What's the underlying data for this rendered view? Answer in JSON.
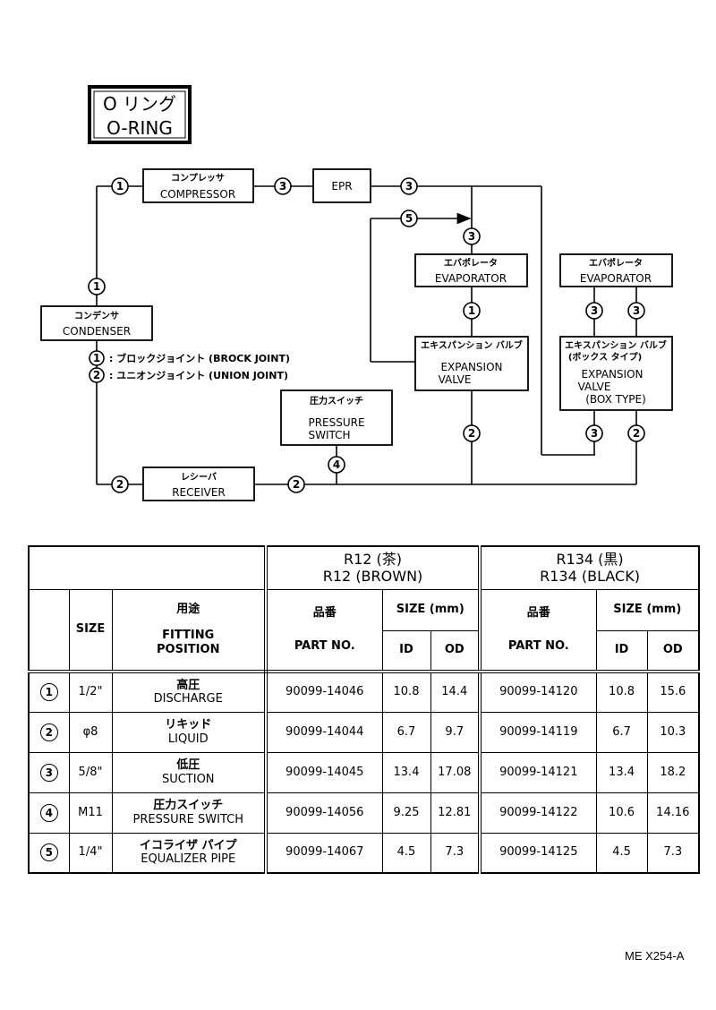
{
  "title": {
    "jp": "O リング",
    "en": "O-RING"
  },
  "components": {
    "compressor": {
      "jp": "コンプレッサ",
      "en": "COMPRESSOR"
    },
    "epr": {
      "en": "EPR"
    },
    "evaporator_left": {
      "jp": "エバポレータ",
      "en": "EVAPORATOR"
    },
    "evaporator_right": {
      "jp": "エバポレータ",
      "en": "EVAPORATOR"
    },
    "condenser": {
      "jp": "コンデンサ",
      "en": "CONDENSER"
    },
    "expansion_valve": {
      "jp": "エキスパンション バルブ",
      "en1": "EXPANSION",
      "en2": "VALVE"
    },
    "expansion_valve_box": {
      "jp1": "エキスパンション バルブ",
      "jp2": "(ボックス タイプ)",
      "en1": "EXPANSION",
      "en2": "VALVE",
      "en3": "(BOX TYPE)"
    },
    "pressure_switch": {
      "jp": "圧力スイッチ",
      "en1": "PRESSURE",
      "en2": "SWITCH"
    },
    "receiver": {
      "jp": "レシーバ",
      "en": "RECEIVER"
    }
  },
  "legend": [
    {
      "num": "1",
      "text": ": ブロックジョイント (BROCK JOINT)"
    },
    {
      "num": "2",
      "text": ": ユニオンジョイント (UNION JOINT)"
    }
  ],
  "markers": {
    "m1": "1",
    "m2": "2",
    "m3": "3",
    "m4": "4",
    "m5": "5"
  },
  "table": {
    "r12_jp": "R12 (茶)",
    "r12_en": "R12 (BROWN)",
    "r134_jp": "R134 (黒)",
    "r134_en": "R134 (BLACK)",
    "size": "SIZE",
    "usage_jp": "用途",
    "usage_en1": "FITTING",
    "usage_en2": "POSITION",
    "partno_jp": "品番",
    "partno_en": "PART NO.",
    "size_mm": "SIZE (mm)",
    "id": "ID",
    "od": "OD",
    "rows": [
      {
        "num": "1",
        "size": "1/2\"",
        "jp": "高圧",
        "en": "DISCHARGE",
        "r12_part": "90099-14046",
        "r12_id": "10.8",
        "r12_od": "14.4",
        "r134_part": "90099-14120",
        "r134_id": "10.8",
        "r134_od": "15.6"
      },
      {
        "num": "2",
        "size": "φ8",
        "jp": "リキッド",
        "en": "LIQUID",
        "r12_part": "90099-14044",
        "r12_id": "6.7",
        "r12_od": "9.7",
        "r134_part": "90099-14119",
        "r134_id": "6.7",
        "r134_od": "10.3"
      },
      {
        "num": "3",
        "size": "5/8\"",
        "jp": "低圧",
        "en": "SUCTION",
        "r12_part": "90099-14045",
        "r12_id": "13.4",
        "r12_od": "17.08",
        "r134_part": "90099-14121",
        "r134_id": "13.4",
        "r134_od": "18.2"
      },
      {
        "num": "4",
        "size": "M11",
        "jp": "圧力スイッチ",
        "en": "PRESSURE SWITCH",
        "r12_part": "90099-14056",
        "r12_id": "9.25",
        "r12_od": "12.81",
        "r134_part": "90099-14122",
        "r134_id": "10.6",
        "r134_od": "14.16"
      },
      {
        "num": "5",
        "size": "1/4\"",
        "jp": "イコライザ パイプ",
        "en": "EQUALIZER PIPE",
        "r12_part": "90099-14067",
        "r12_id": "4.5",
        "r12_od": "7.3",
        "r134_part": "90099-14125",
        "r134_id": "4.5",
        "r134_od": "7.3"
      }
    ]
  },
  "doc_code": "ME X254-A"
}
